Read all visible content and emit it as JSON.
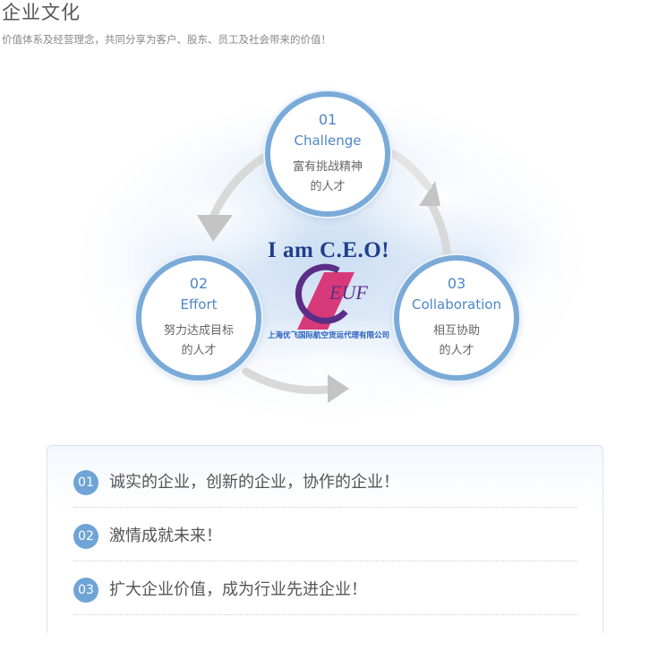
{
  "header": {
    "title": "企业文化",
    "subtitle": "价值体系及经营理念，共同分享为客户、股东、员工及社会带来的价值！"
  },
  "diagram": {
    "circles": [
      {
        "num": "01",
        "en": "Challenge",
        "cn_line1": "富有挑战精神",
        "cn_line2": "的人才"
      },
      {
        "num": "02",
        "en": "Effort",
        "cn_line1": "努力达成目标",
        "cn_line2": "的人才"
      },
      {
        "num": "03",
        "en": "Collaboration",
        "cn_line1": "相互协助",
        "cn_line2": "的人才"
      }
    ],
    "logo": {
      "slogan": "I am C.E.O!",
      "mark_text": "EUF",
      "company": "上海优飞国际航空货运代理有限公司"
    },
    "colors": {
      "ring": "#7aaad8",
      "accent_text": "#4d86c6",
      "logo_navy": "#1f3f8a",
      "logo_pink": "#d83a79",
      "logo_purple": "#5a2e86"
    }
  },
  "values": [
    {
      "num": "01",
      "text": "诚实的企业，创新的企业，协作的企业！"
    },
    {
      "num": "02",
      "text": "激情成就未来！"
    },
    {
      "num": "03",
      "text": "扩大企业价值，成为行业先进企业！"
    }
  ]
}
